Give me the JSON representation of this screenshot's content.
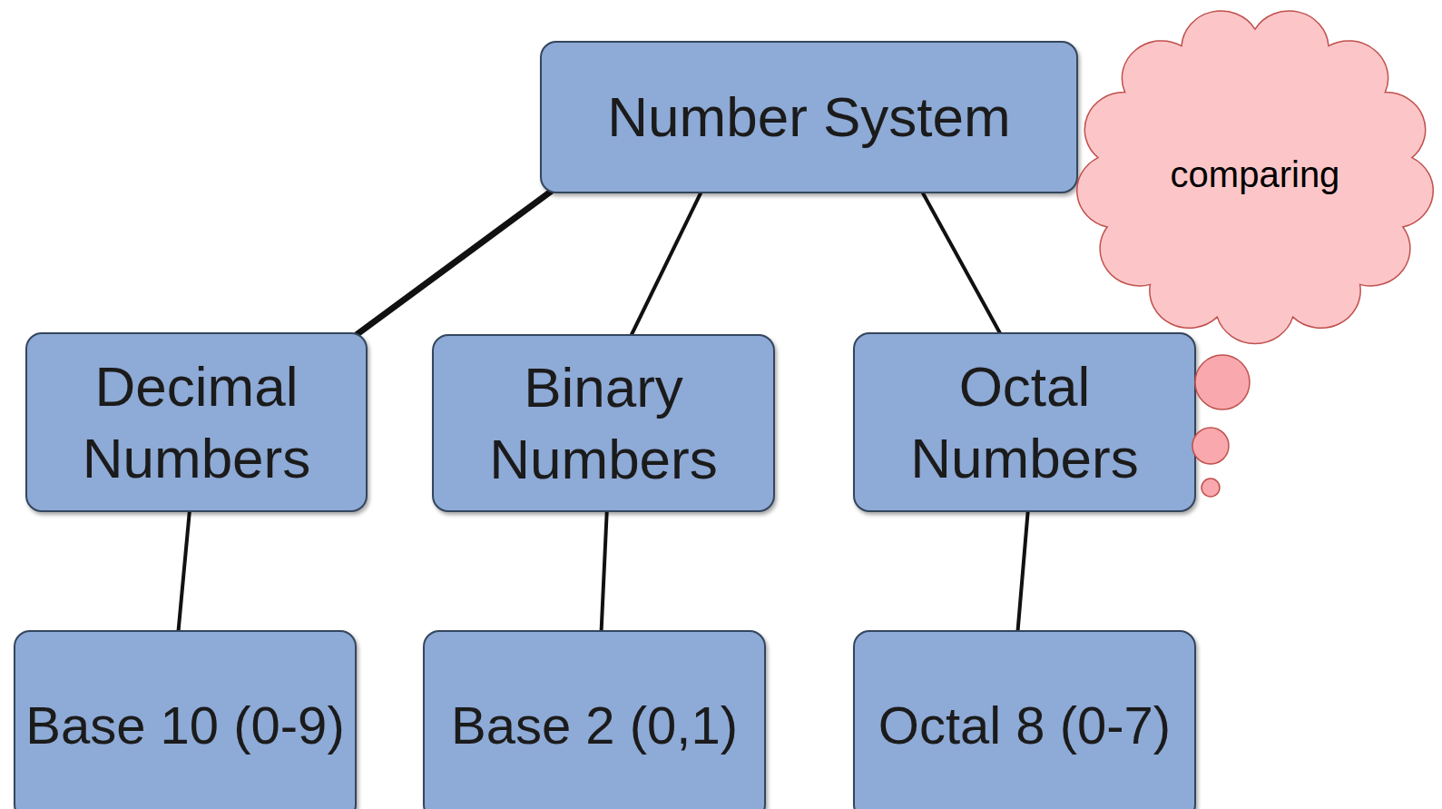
{
  "diagram": {
    "nodes": [
      {
        "text": [
          "Number System"
        ]
      },
      {
        "text": [
          "Decimal Numbers"
        ]
      },
      {
        "text": [
          "Binary Numbers"
        ]
      },
      {
        "text": [
          "Octal Numbers"
        ]
      },
      {
        "text": [
          "Base 10 (0-9)"
        ]
      },
      {
        "text": [
          "Base 2 (0,1)"
        ]
      },
      {
        "text": [
          "Octal 8 (0-7)"
        ]
      },
      {
        "text": [
          "comparing"
        ]
      }
    ],
    "edges": [
      {
        "from": 0,
        "to": 1,
        "arrow": "none"
      },
      {
        "from": 0,
        "to": 2,
        "arrow": "none"
      },
      {
        "from": 0,
        "to": 3,
        "arrow": "none"
      },
      {
        "from": 1,
        "to": 4,
        "arrow": "none"
      },
      {
        "from": 2,
        "to": 5,
        "arrow": "none"
      },
      {
        "from": 3,
        "to": 6,
        "arrow": "none"
      }
    ]
  }
}
